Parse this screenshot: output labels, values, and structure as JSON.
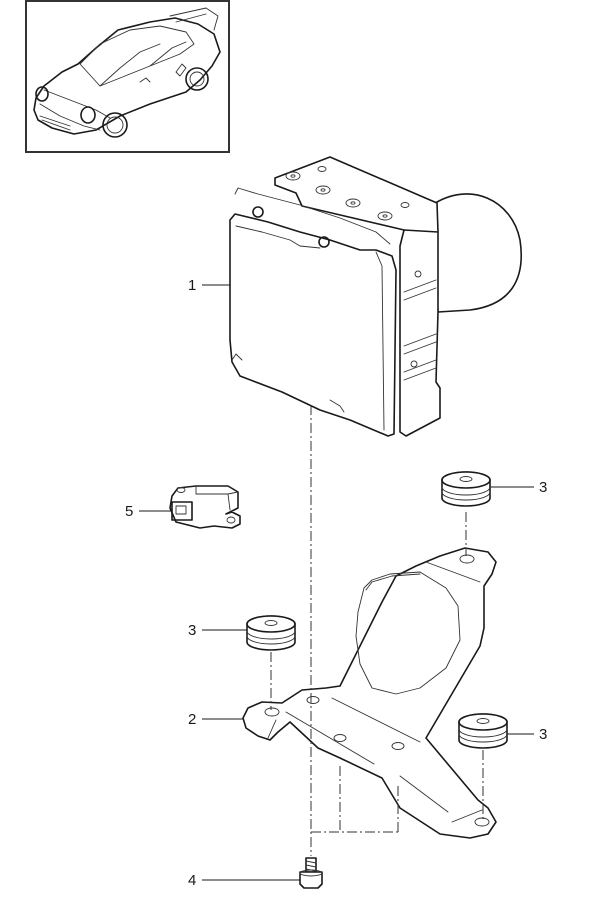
{
  "diagram": {
    "title": "ABS hydraulic unit with bracket (exploded view)",
    "thumbnail": "vehicle-overview-sports-coupe",
    "callouts": [
      {
        "id": "1",
        "label": "1",
        "part": "abs-hydraulic-control-unit"
      },
      {
        "id": "2",
        "label": "2",
        "part": "mounting-bracket"
      },
      {
        "id": "3a",
        "label": "3",
        "part": "rubber-mount"
      },
      {
        "id": "3b",
        "label": "3",
        "part": "rubber-mount"
      },
      {
        "id": "3c",
        "label": "3",
        "part": "rubber-mount"
      },
      {
        "id": "4",
        "label": "4",
        "part": "screw"
      },
      {
        "id": "5",
        "label": "5",
        "part": "sensor"
      }
    ]
  }
}
